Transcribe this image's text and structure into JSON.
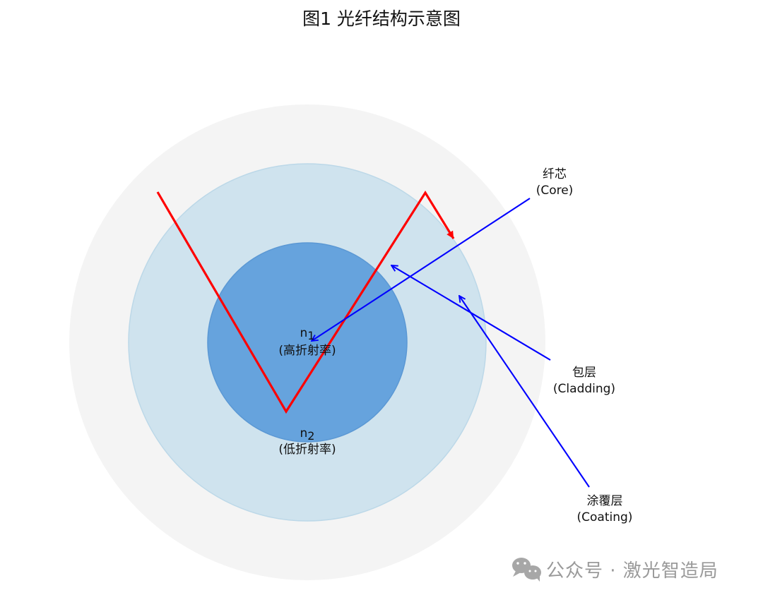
{
  "title": "图1 光纤结构示意图",
  "core_index": {
    "symbol": "n",
    "subscript": "1",
    "description": "(高折射率)"
  },
  "cladding_index": {
    "symbol": "n",
    "subscript": "2",
    "description": "(低折射率)"
  },
  "labels": {
    "core": {
      "zh": "纤芯",
      "en": "(Core)"
    },
    "cladding": {
      "zh": "包层",
      "en": "(Cladding)"
    },
    "coating": {
      "zh": "涂覆层",
      "en": "(Coating)"
    }
  },
  "watermark": {
    "icon": "wechat-icon",
    "text": "公众号 · 激光智造局"
  },
  "colors": {
    "coating": "#f4f4f4",
    "cladding": "#cfe3ee",
    "cladding_stroke": "#bcd8e8",
    "core": "#66a3dd",
    "core_stroke": "#5b98d4",
    "light_ray": "#ff0000",
    "pointer": "#0000ff",
    "watermark": "#a7a7a7"
  }
}
